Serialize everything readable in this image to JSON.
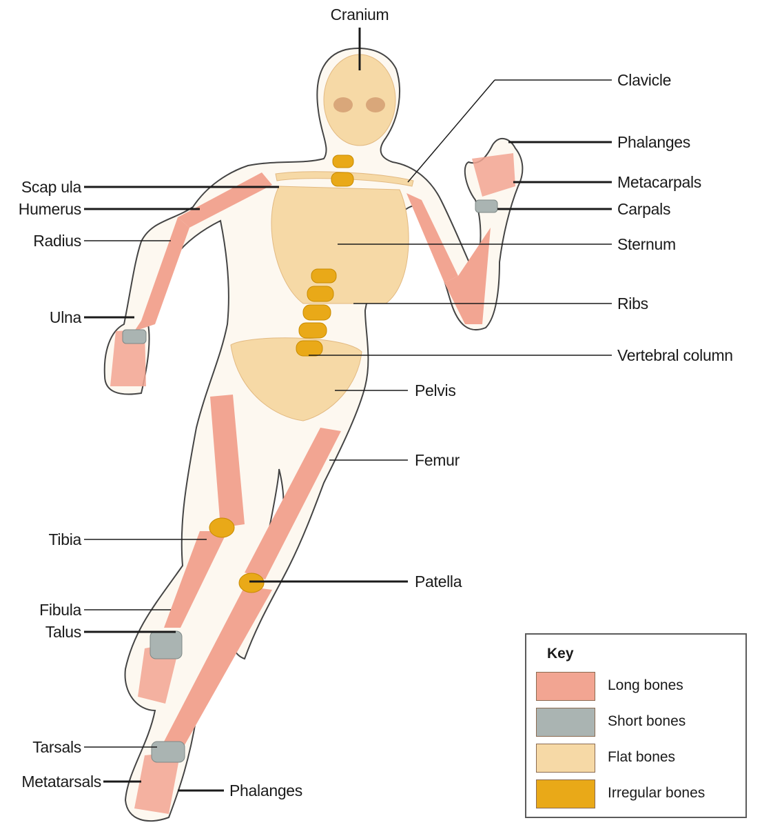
{
  "colors": {
    "long": "#f2a592",
    "short": "#aab4b2",
    "flat": "#f6d9a6",
    "irregular": "#e9a918",
    "outline": "#444444",
    "body_fill": "#fdf8f0"
  },
  "labels": {
    "cranium": "Cranium",
    "clavicle": "Clavicle",
    "phalanges_hand": "Phalanges",
    "metacarpals": "Metacarpals",
    "carpals": "Carpals",
    "sternum": "Sternum",
    "ribs": "Ribs",
    "vertebral_column": "Vertebral column",
    "pelvis": "Pelvis",
    "femur": "Femur",
    "patella": "Patella",
    "scapula": "Scap ula",
    "humerus": "Humerus",
    "radius": "Radius",
    "ulna": "Ulna",
    "tibia": "Tibia",
    "fibula": "Fibula",
    "talus": "Talus",
    "tarsals": "Tarsals",
    "metatarsals": "Metatarsals",
    "phalanges_foot": "Phalanges"
  },
  "key": {
    "title": "Key",
    "items": [
      {
        "label": "Long bones",
        "color": "#f2a592"
      },
      {
        "label": "Short bones",
        "color": "#aab4b2"
      },
      {
        "label": "Flat bones",
        "color": "#f6d9a6"
      },
      {
        "label": "Irregular bones",
        "color": "#e9a918"
      }
    ]
  }
}
